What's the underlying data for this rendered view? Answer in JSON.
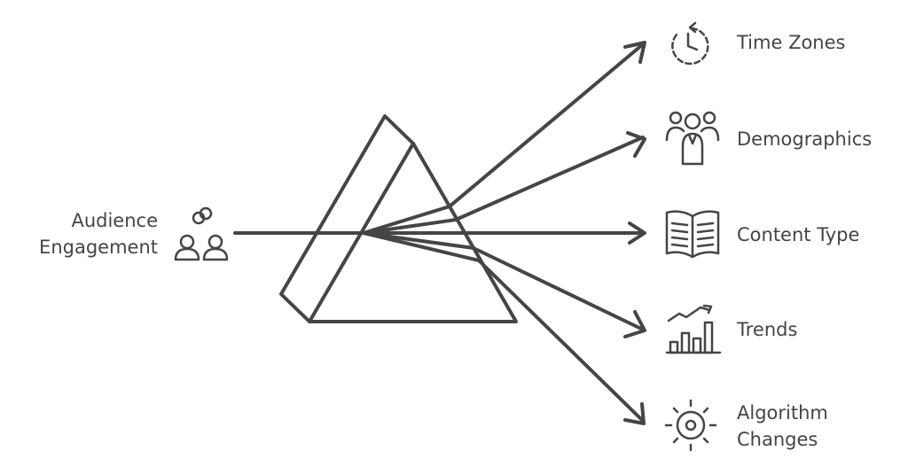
{
  "source": {
    "label_line1": "Audience",
    "label_line2": "Engagement",
    "icon": "people-icon"
  },
  "outputs": [
    {
      "label": "Time Zones",
      "icon": "clock-icon"
    },
    {
      "label": "Demographics",
      "icon": "group-icon"
    },
    {
      "label": "Content Type",
      "icon": "book-icon"
    },
    {
      "label": "Trends",
      "icon": "trend-chart-icon"
    },
    {
      "label_line1": "Algorithm",
      "label_line2": "Changes",
      "icon": "gear-icon"
    }
  ],
  "colors": {
    "stroke": "#454545",
    "background": "#ffffff"
  }
}
